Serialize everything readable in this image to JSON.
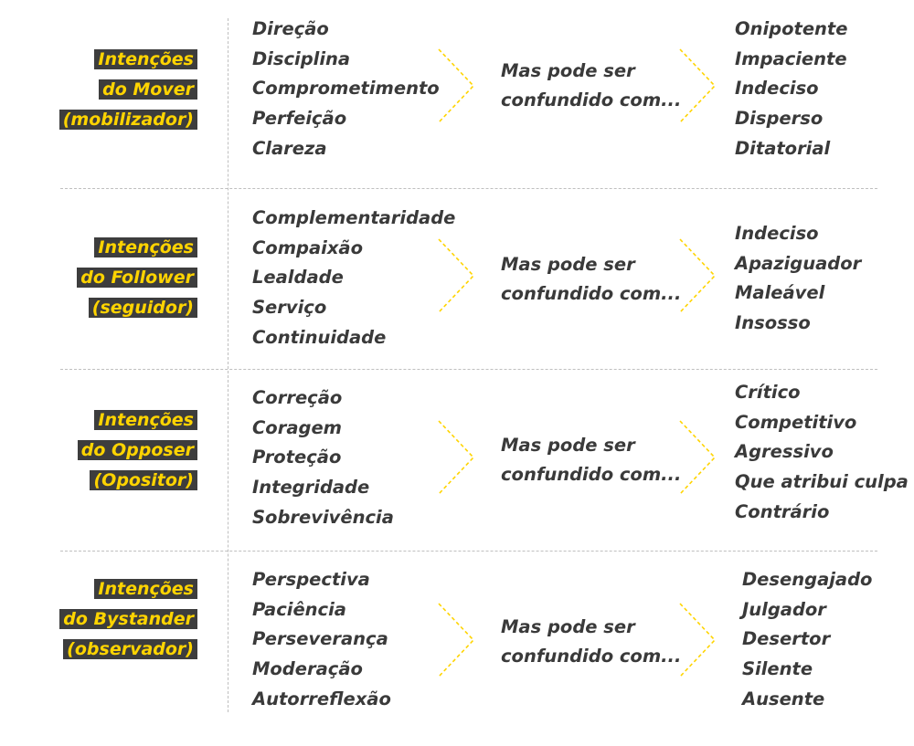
{
  "rows": [
    {
      "label": [
        "Intenções",
        "do Mover",
        "(mobilizador)"
      ],
      "intentions": [
        "Direção",
        "Disciplina",
        "Comprometimento",
        "Perfeição",
        "Clareza"
      ],
      "confused_text": [
        "Mas pode ser",
        "confundido com..."
      ],
      "confused_with": [
        "Onipotente",
        "Impaciente",
        "Indeciso",
        "Disperso",
        "Ditatorial"
      ]
    },
    {
      "label": [
        "Intenções",
        "do Follower",
        "(seguidor)"
      ],
      "intentions": [
        "Complementaridade",
        "Compaixão",
        "Lealdade",
        "Serviço",
        "Continuidade"
      ],
      "confused_text": [
        "Mas pode ser",
        "confundido com..."
      ],
      "confused_with": [
        "Indeciso",
        "Apaziguador",
        "Maleável",
        "Insosso"
      ]
    },
    {
      "label": [
        "Intenções",
        "do Opposer",
        "(Opositor)"
      ],
      "intentions": [
        "Correção",
        "Coragem",
        "Proteção",
        "Integridade",
        "Sobrevivência"
      ],
      "confused_text": [
        "Mas pode ser",
        "confundido com..."
      ],
      "confused_with": [
        "Crítico",
        "Competitivo",
        "Agressivo",
        "Que atribui culpa",
        "Contrário"
      ]
    },
    {
      "label": [
        "Intenções",
        "do Bystander",
        "(observador)"
      ],
      "intentions": [
        "Perspectiva",
        "Paciência",
        "Perseverança",
        "Moderação",
        "Autorreflexão"
      ],
      "confused_text": [
        "Mas pode ser",
        "confundido com..."
      ],
      "confused_with": [
        "Desengajado",
        "Julgador",
        "Desertor",
        "Silente",
        "Ausente"
      ]
    }
  ],
  "colors": {
    "label_bg": "#3d3d3d",
    "label_text": "#ffd400",
    "body_text": "#3a3a3a",
    "chevron": "#ffd400",
    "divider": "#bfbfbf"
  },
  "icons": [
    "chevron-right-icon"
  ]
}
